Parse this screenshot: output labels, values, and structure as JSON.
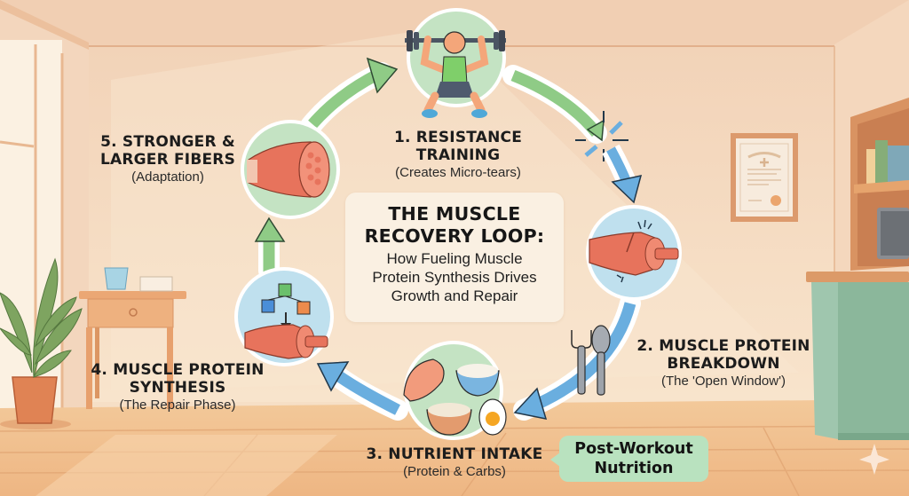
{
  "diagram": {
    "title": "THE MUSCLE RECOVERY LOOP:",
    "title_lines": [
      "THE MUSCLE",
      "RECOVERY LOOP:"
    ],
    "subtitle": "How Fueling Muscle Protein Synthesis Drives Growth and Repair",
    "subtitle_lines": [
      "How Fueling Muscle",
      "Protein Synthesis Drives",
      "Growth and Repair"
    ],
    "steps": [
      {
        "number": 1,
        "title_lines": [
          "1. RESISTANCE TRAINING"
        ],
        "subtitle": "(Creates Micro-tears)",
        "icon": "weightlifter-icon",
        "circle_color": "#c4e3c3"
      },
      {
        "number": 2,
        "title_lines": [
          "2. MUSCLE PROTEIN",
          "BREAKDOWN"
        ],
        "subtitle": "(The 'Open Window')",
        "icon": "torn-muscle-icon",
        "circle_color": "#bfe0ee"
      },
      {
        "number": 3,
        "title_lines": [
          "3. NUTRIENT INTAKE"
        ],
        "subtitle": "(Protein & Carbs)",
        "icon": "food-plate-icon",
        "circle_color": "#c4e3c3"
      },
      {
        "number": 4,
        "title_lines": [
          "4. MUSCLE PROTEIN",
          "SYNTHESIS"
        ],
        "subtitle": "(The Repair Phase)",
        "icon": "amino-acid-muscle-icon",
        "circle_color": "#bfe0ee"
      },
      {
        "number": 5,
        "title_lines": [
          "5. STRONGER &",
          "LARGER FIBERS"
        ],
        "subtitle": "(Adaptation)",
        "icon": "muscle-fiber-icon",
        "circle_color": "#c4e3c3"
      }
    ],
    "callout": {
      "lines": [
        "Post-Workout",
        "Nutrition"
      ],
      "color": "#b9e2bf"
    },
    "arrows": [
      {
        "from": 5,
        "to": 1,
        "color": "#8fcb86"
      },
      {
        "from": 1,
        "to": 2,
        "color": "#8fcb86"
      },
      {
        "from": 2,
        "to": 3,
        "color": "#6aaedf"
      },
      {
        "from": 3,
        "to": 4,
        "color": "#6aaedf"
      },
      {
        "from": 4,
        "to": 5,
        "color": "#8fcb86"
      }
    ]
  },
  "colors": {
    "wall": "#f6dfc6",
    "floor": "#f0c08f",
    "green_accent": "#8fcb86",
    "blue_accent": "#6aaedf",
    "muscle": "#e7735c",
    "desk": "#8cb89e"
  }
}
